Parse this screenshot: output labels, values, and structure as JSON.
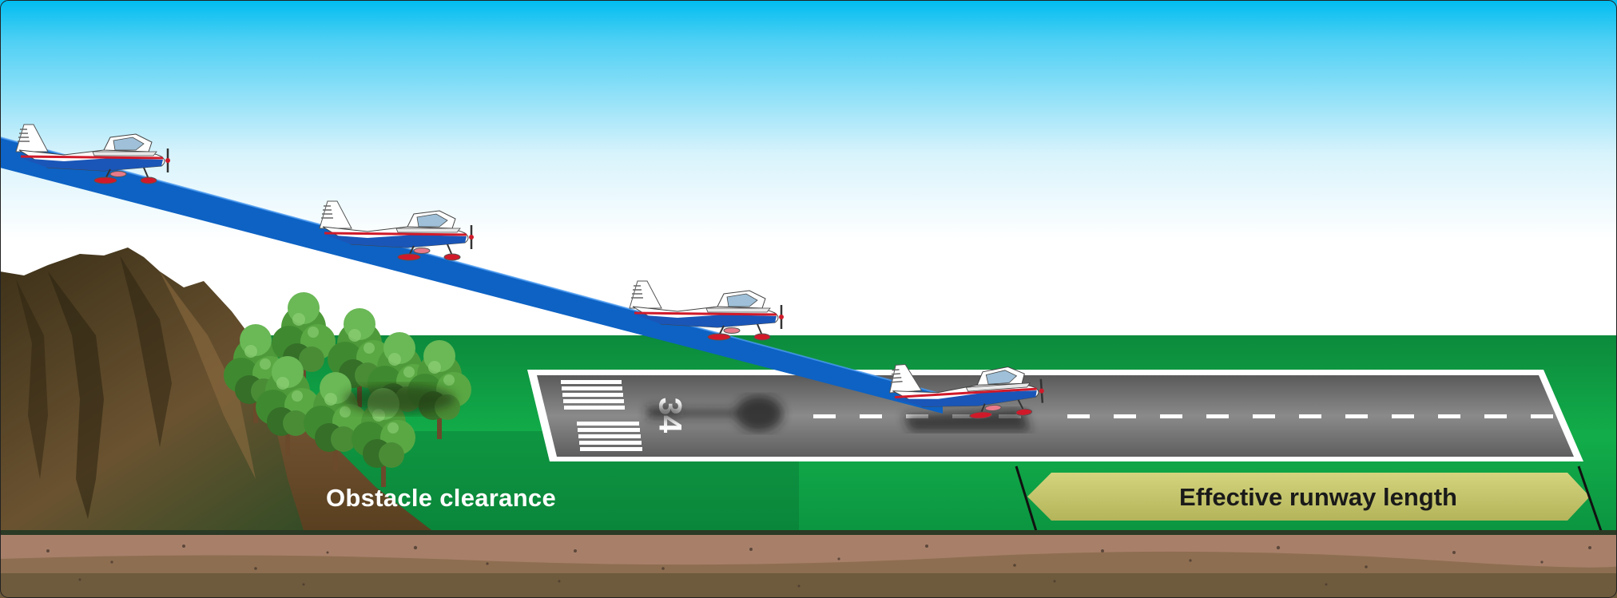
{
  "labels": {
    "obstacle_clearance": "Obstacle clearance",
    "effective_runway_length": "Effective runway length",
    "runway_number": "34"
  },
  "colors": {
    "sky_top": "#00bdf0",
    "sky_bottom": "#ffffff",
    "grass": "#10a848",
    "grass_dark": "#0a6a30",
    "runway": "#6a6a6a",
    "glide_path": "#0d62c4",
    "runway_length_arrow": "#c8c86a",
    "soil": "#a8806a",
    "soil_dark": "#6e5a3c"
  },
  "icons": [
    "airplane-icon",
    "tree-icon",
    "mountain-icon"
  ]
}
